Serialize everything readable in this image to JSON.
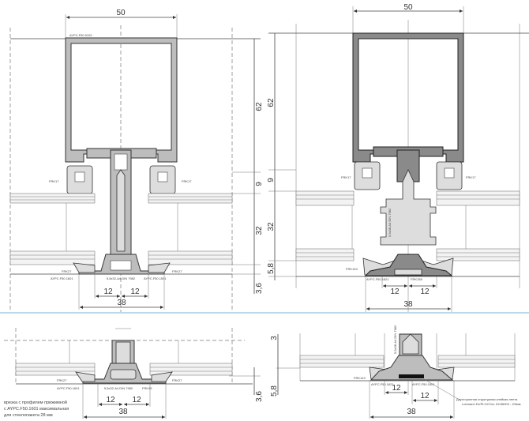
{
  "drawing": {
    "top_left": {
      "dim_width": "50",
      "dim_height": "62",
      "dim_gasket": "9",
      "dim_glass": "32",
      "dim_plate": "3,6",
      "dim_half_left": "12",
      "dim_half_right": "12",
      "dim_plate_width": "38",
      "label_mullion": "AYPC.F50.0102",
      "label_gasket_left": "FRK17",
      "label_gasket_right": "FRK17",
      "label_outer_left": "FRK27",
      "label_outer_right": "FRK27",
      "label_plate_left": "AYPC.F50.1601",
      "label_plate_right": "AYPC.F50.1501",
      "label_screw": "5,5x32-A4 DIN 7982"
    },
    "top_right": {
      "dim_width": "50",
      "dim_height": "62",
      "dim_gasket": "9",
      "dim_glass": "32",
      "dim_plate": "5,8",
      "dim_half_left": "12",
      "dim_half_right": "12",
      "dim_plate_width": "38",
      "label_gasket_left": "FRK17",
      "label_gasket_right": "FRK17",
      "label_outer": "FRK143",
      "label_plate": "AYPC.F50.1621",
      "label_insert": "FRK158",
      "label_screw": "5,5x38-A4 DIN 7982"
    },
    "bottom_left": {
      "dim_plate": "3,6",
      "dim_half_left": "12",
      "dim_half_right": "12",
      "dim_plate_width": "38",
      "label_outer_left": "FRK27",
      "label_outer_right": "FRK27",
      "label_plate": "AYPC.F50.1601",
      "label_screw": "5,5x32-A4 DIN 7982",
      "label_insert": "FRK49",
      "note_lines": [
        "врезка с профилем прижимной",
        "с AYPC.F50.1601 максимальная",
        "для стеклопакета 28 мм"
      ]
    },
    "bottom_right": {
      "dim_top": "3",
      "dim_plate": "5,8",
      "dim_half_left": "12",
      "dim_half_right": "12",
      "dim_plate_width": "38",
      "label_outer": "FRK143",
      "label_plate_left": "AYPC.F50.1621",
      "label_plate_right": "AYPC.F50.1501",
      "label_screw": "5,5x38-A4 DIN 7982",
      "note_lines": [
        "Двусторонняя структурная клейкая лента",
        "Lohmann DUPLOCOLL DC56003 - 2/9мм"
      ]
    }
  }
}
